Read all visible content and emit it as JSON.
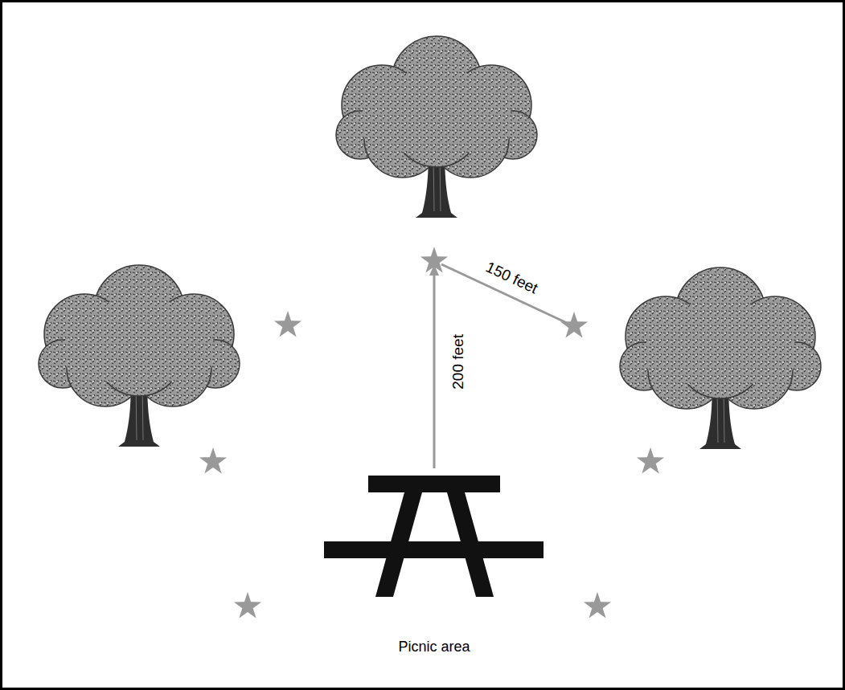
{
  "diagram": {
    "labels": [
      "150 feet",
      "200 feet",
      "Picnic area"
    ]
  }
}
